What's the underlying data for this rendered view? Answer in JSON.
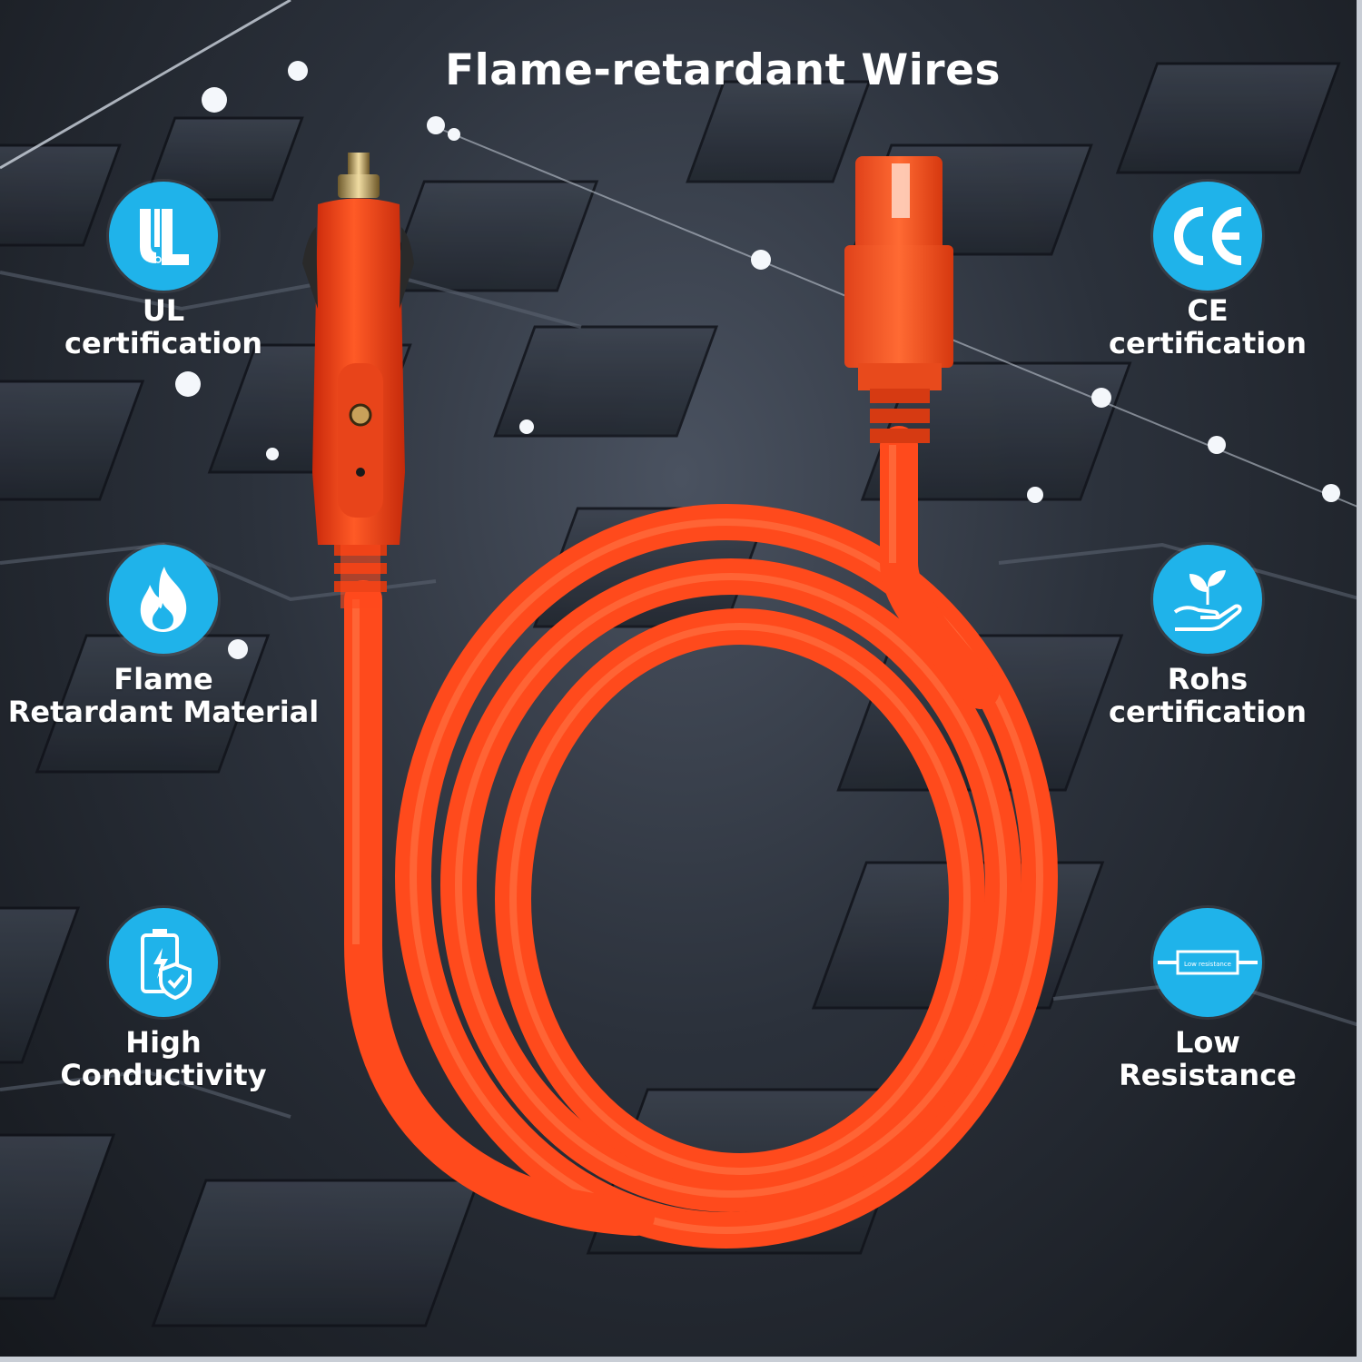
{
  "title": "Flame-retardant Wires",
  "colors": {
    "badge": "#1fb3ea",
    "cable": "#ff4a1c",
    "text": "#ffffff",
    "background": "#262b33"
  },
  "features": {
    "ul": {
      "icon": "ul-mark-icon",
      "line1": "UL",
      "line2": "certification"
    },
    "ce": {
      "icon": "ce-mark-icon",
      "line1": "CE",
      "line2": "certification"
    },
    "flame": {
      "icon": "flame-icon",
      "line1": "Flame",
      "line2": "Retardant Material"
    },
    "rohs": {
      "icon": "plant-in-hand-icon",
      "line1": "Rohs",
      "line2": "certification"
    },
    "conductivity": {
      "icon": "battery-shield-icon",
      "line1": "High",
      "line2": "Conductivity"
    },
    "resistance": {
      "icon": "resistor-icon",
      "line1": "Low",
      "line2": "Resistance",
      "icon_text": "Low resistance"
    }
  },
  "product": {
    "items": [
      "cigarette-lighter-plug",
      "coiled-cable",
      "rectangular-connector"
    ]
  }
}
